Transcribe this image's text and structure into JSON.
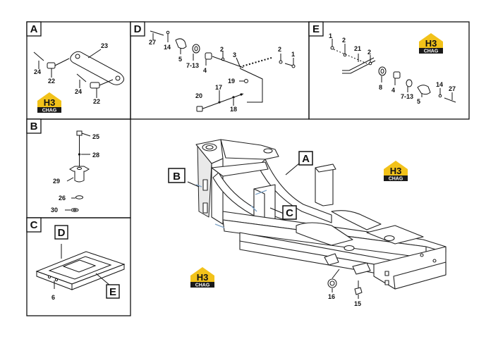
{
  "panels": {
    "A": {
      "letter": "A",
      "parts": [
        "23",
        "24",
        "22",
        "24",
        "22"
      ]
    },
    "D": {
      "letter": "D",
      "parts": [
        "27",
        "14",
        "5",
        "7-13",
        "4",
        "2",
        "3",
        "2",
        "1",
        "19",
        "17",
        "20",
        "18"
      ]
    },
    "E": {
      "letter": "E",
      "parts": [
        "1",
        "2",
        "21",
        "2",
        "8",
        "4",
        "7-13",
        "5",
        "14",
        "27"
      ]
    },
    "B": {
      "letter": "B",
      "parts": [
        "25",
        "28",
        "29",
        "26",
        "30"
      ]
    },
    "C": {
      "letter": "C",
      "parts": [
        "6"
      ],
      "callouts": [
        "D",
        "E"
      ]
    }
  },
  "main": {
    "callouts": [
      "A",
      "B",
      "C"
    ],
    "parts": [
      "16",
      "15"
    ]
  },
  "watermark": {
    "top": "H3",
    "bottom": "CHAG"
  },
  "colors": {
    "logo_yellow": "#f2c21a",
    "logo_dark": "#1a1a1a",
    "frame_stroke": "#222222"
  }
}
